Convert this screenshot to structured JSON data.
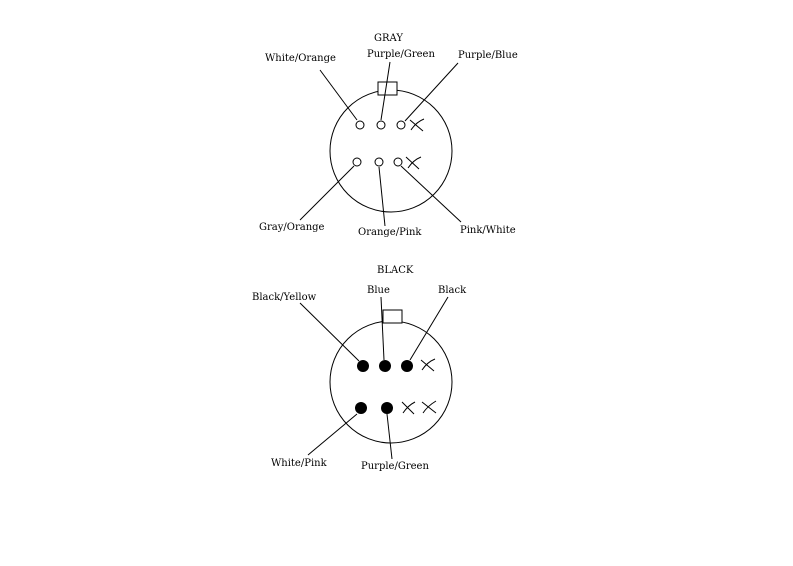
{
  "colors": {
    "ink": "#000000",
    "paper": "#ffffff"
  },
  "gray_connector": {
    "title": "GRAY",
    "labels": {
      "white_orange": "White/Orange",
      "purple_green": "Purple/Green",
      "purple_blue": "Purple/Blue",
      "gray_orange": "Gray/Orange",
      "orange_pink": "Orange/Pink",
      "pink_white": "Pink/White"
    }
  },
  "black_connector": {
    "title": "BLACK",
    "labels": {
      "black_yellow": "Black/Yellow",
      "blue": "Blue",
      "black": "Black",
      "white_pink": "White/Pink",
      "purple_green": "Purple/Green"
    }
  }
}
